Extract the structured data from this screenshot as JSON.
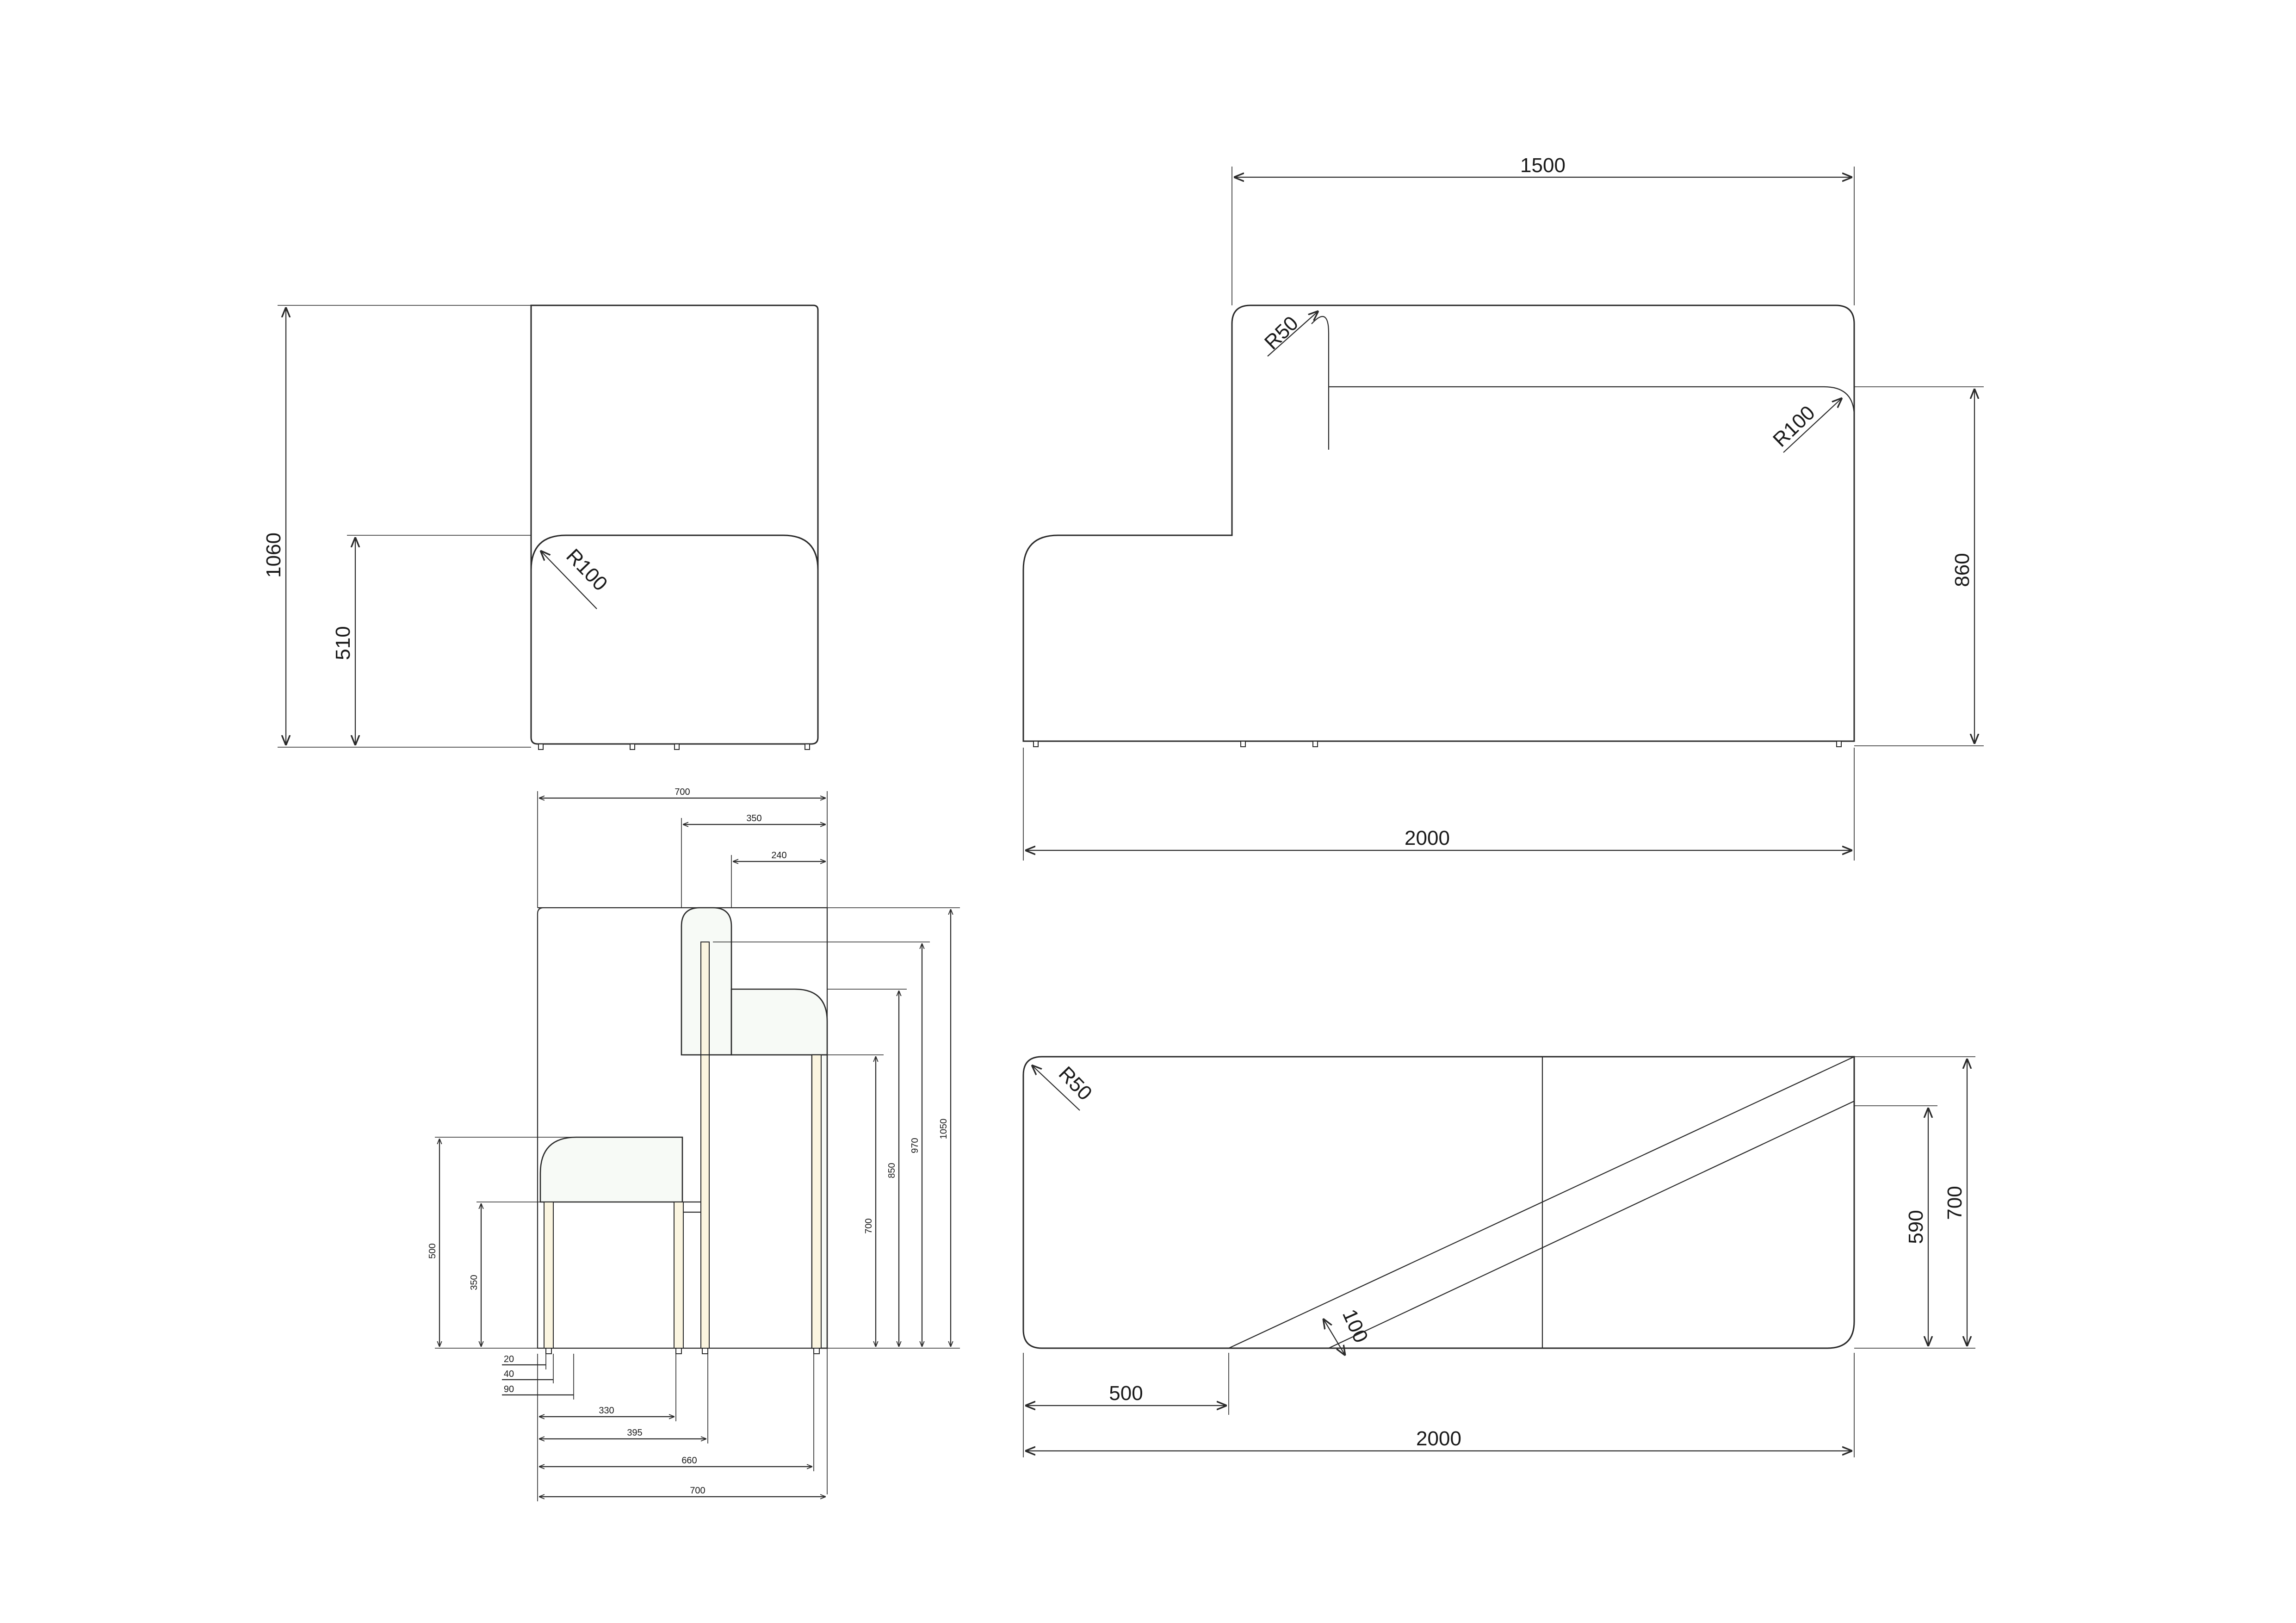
{
  "colors": {
    "line": "#2a2a2a",
    "text": "#1a1a1a",
    "fabric_fill": "#f7faf6",
    "fabric_dots": "#7fc7c7",
    "frame_fill": "#fbf5e0",
    "background": "#ffffff"
  },
  "side_view": {
    "height_total": "1060",
    "seat_height": "510",
    "radius": "R100"
  },
  "front_view": {
    "width_top": "1500",
    "radius_small": "R50",
    "radius_large": "R100",
    "height": "860",
    "width_total": "2000"
  },
  "section_view": {
    "top_total": "700",
    "top_mid": "350",
    "top_small": "240",
    "h_1050": "1050",
    "h_970": "970",
    "h_850": "850",
    "h_700": "700",
    "h_500": "500",
    "h_350": "350",
    "b_20": "20",
    "b_40": "40",
    "b_90": "90",
    "b_330": "330",
    "b_395": "395",
    "b_660": "660",
    "b_700": "700"
  },
  "plan_view": {
    "radius": "R50",
    "diag_width": "100",
    "offset": "500",
    "width_total": "2000",
    "depth_inner": "590",
    "depth_total": "700"
  }
}
